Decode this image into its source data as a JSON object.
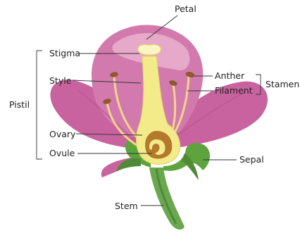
{
  "diagram": {
    "labels": {
      "petal": "Petal",
      "stigma": "Stigma",
      "style": "Style",
      "pistil": "Pistil",
      "ovary": "Ovary",
      "ovule": "Ovule",
      "anther": "Anther",
      "filament": "Filament",
      "stamen": "Stamen",
      "sepal": "Sepal",
      "stem": "Stem"
    },
    "colors": {
      "petal": "#c9639f",
      "petal_light": "#e6a9c9",
      "pistil": "#f3ea8a",
      "stigma": "#fbf5c0",
      "ovary_chamber": "#b5792b",
      "sepal": "#5ea33d",
      "stem": "#6aa84f",
      "anther": "#8c5a2b",
      "filament": "#f2d48a"
    }
  }
}
